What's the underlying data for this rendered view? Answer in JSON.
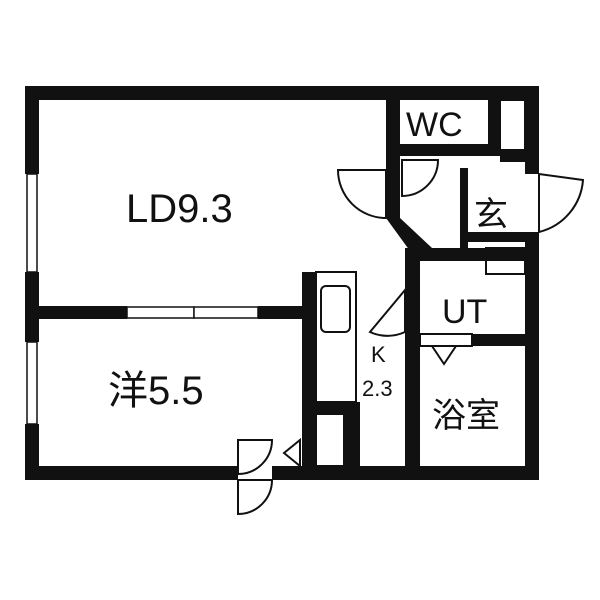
{
  "colors": {
    "wall": "#111111",
    "background": "#ffffff"
  },
  "rooms": {
    "ld": "LD9.3",
    "western": "洋5.5",
    "wc": "WC",
    "entrance": "玄",
    "utility": "UT",
    "kitchen_letter": "K",
    "kitchen_size": "2.3",
    "bath": "浴室"
  }
}
